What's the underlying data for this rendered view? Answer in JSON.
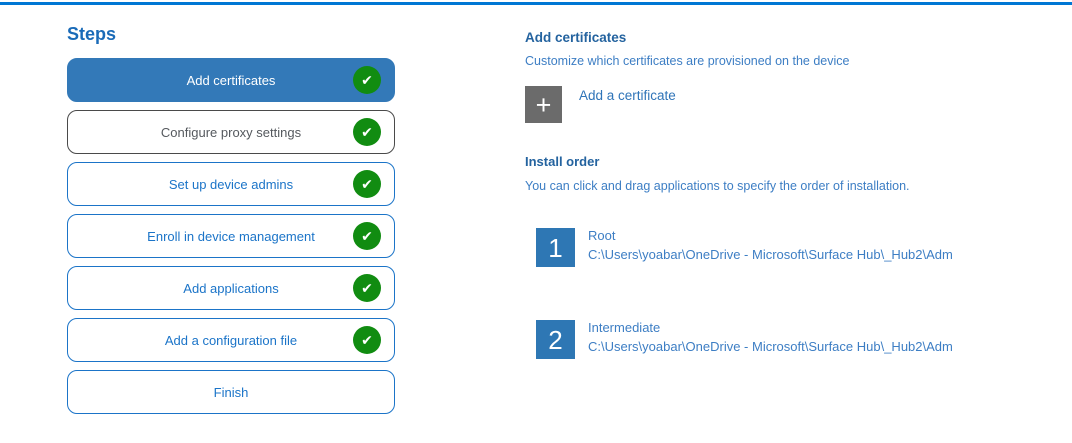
{
  "colors": {
    "accent_bar": "#0077d4",
    "selected_step_fill": "#3379b8",
    "step_outline_blue": "#1b74c8",
    "muted_step_gray": "#4a4a4a",
    "check_green": "#118c11",
    "heading_blue": "#24639f",
    "body_blue": "#3d7ec4",
    "plus_square_gray": "#6b6b6b",
    "order_square_blue": "#2e77b4"
  },
  "steps_panel": {
    "title": "Steps",
    "items": [
      {
        "label": "Add certificates",
        "state": "selected",
        "checked": true
      },
      {
        "label": "Configure proxy settings",
        "state": "muted",
        "checked": true
      },
      {
        "label": "Set up device admins",
        "state": "normal",
        "checked": true
      },
      {
        "label": "Enroll in device management",
        "state": "normal",
        "checked": true
      },
      {
        "label": "Add applications",
        "state": "normal",
        "checked": true
      },
      {
        "label": "Add a configuration file",
        "state": "normal",
        "checked": true
      },
      {
        "label": "Finish",
        "state": "normal",
        "checked": false
      }
    ]
  },
  "content": {
    "title": "Add certificates",
    "subtitle": "Customize which certificates are provisioned on the device",
    "add_button": {
      "icon": "plus-icon",
      "glyph": "+",
      "label": "Add a certificate"
    },
    "install_order": {
      "title": "Install order",
      "description": "You can click and drag applications to specify the order of installation.",
      "items": [
        {
          "number": "1",
          "name": "Root",
          "path": "C:\\Users\\yoabar\\OneDrive - Microsoft\\Surface Hub\\_Hub2\\Adm"
        },
        {
          "number": "2",
          "name": "Intermediate",
          "path": "C:\\Users\\yoabar\\OneDrive - Microsoft\\Surface Hub\\_Hub2\\Adm"
        }
      ]
    }
  }
}
